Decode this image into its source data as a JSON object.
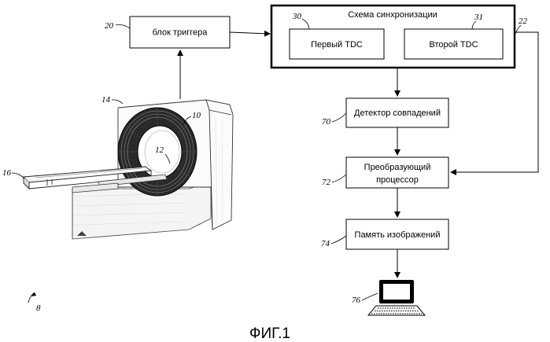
{
  "blocks": {
    "trigger": "блок триггера",
    "sync_circuit": "Схема синхронизации",
    "tdc_first": "Первый TDC",
    "tdc_second": "Второй TDC",
    "coincidence_detector": "Детектор совпадений",
    "processor_line1": "Преобразующий",
    "processor_line2": "процессор",
    "image_memory": "Память изображений"
  },
  "refs": {
    "trigger": "20",
    "sync_circuit": "22",
    "tdc_first": "30",
    "tdc_second": "31",
    "coincidence_detector": "70",
    "processor": "72",
    "image_memory": "74",
    "display": "76",
    "gantry_ring": "10",
    "bore": "12",
    "scanner_housing": "14",
    "patient_table": "16",
    "system": "8"
  },
  "caption": "ФИГ.1"
}
